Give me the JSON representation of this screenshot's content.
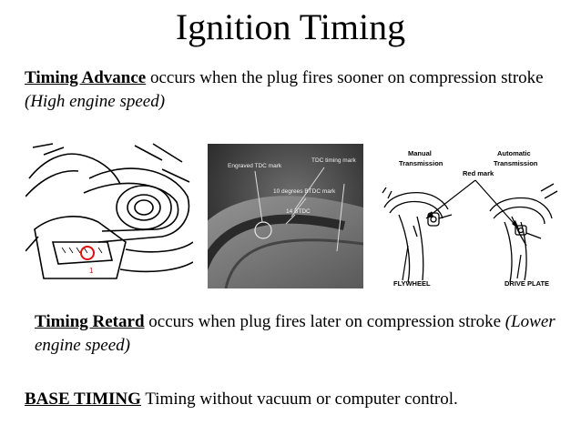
{
  "slide": {
    "title": "Ignition Timing",
    "advance": {
      "term": "Timing Advance",
      "text": " occurs when the plug fires sooner on compression stroke ",
      "note": "(High engine speed)"
    },
    "retard": {
      "term": "Timing Retard",
      "text": " occurs when plug fires later on compression stroke ",
      "note": "(Lower engine speed)"
    },
    "base": {
      "term": "BASE TIMING",
      "text": " Timing without vacuum or computer control."
    }
  },
  "figures": {
    "pulley_sketch": {
      "label": "1"
    },
    "photo": {
      "engraved_tdc": "Engraved TDC mark",
      "tdc_timing": "TDC timing mark",
      "ten_btdc": "10 degrees BTDC mark",
      "fourteen_btdc": "14 BTDC"
    },
    "diagram": {
      "manual_line1": "Manual",
      "manual_line2": "Transmission",
      "auto_line1": "Automatic",
      "auto_line2": "Transmission",
      "red_mark": "Red mark",
      "flywheel": "FLYWHEEL",
      "drive_plate": "DRIVE PLATE"
    }
  }
}
